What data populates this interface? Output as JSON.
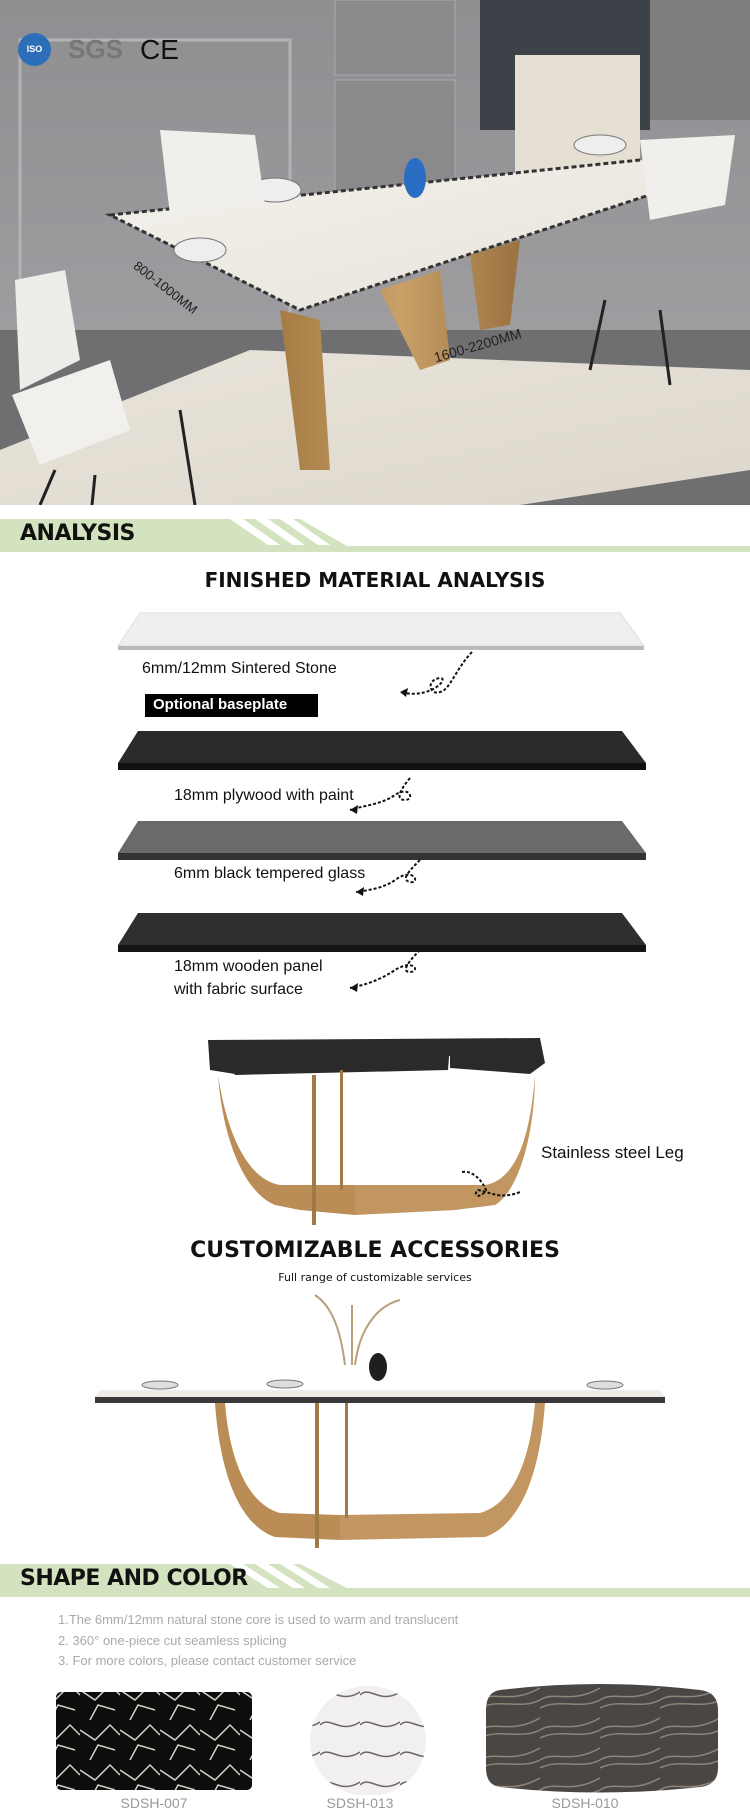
{
  "hero": {
    "certifications": [
      "ISO",
      "SGS",
      "CE"
    ],
    "dimension_width": "800-1000MM",
    "dimension_length": "1600-2200MM"
  },
  "analysis": {
    "banner": "ANALYSIS",
    "title": "FINISHED MATERIAL  ANALYSIS",
    "layers": [
      {
        "label": "6mm/12mm Sintered Stone"
      },
      {
        "label": "18mm plywood with paint"
      },
      {
        "label": "6mm black tempered glass"
      },
      {
        "label": "18mm wooden panel"
      },
      {
        "label": "with fabric surface"
      }
    ],
    "optional_badge": "Optional baseplate",
    "leg_label": "Stainless steel Leg"
  },
  "accessories": {
    "title": "CUSTOMIZABLE ACCESSORIES",
    "subtitle": "Full range of customizable services"
  },
  "shape_color": {
    "banner": "SHAPE AND COLOR",
    "points": [
      "1.The 6mm/12mm natural stone core is used to warm and translucent",
      "2. 360° one-piece cut seamless splicing",
      "3. For more colors, please contact customer service"
    ],
    "swatches": [
      {
        "code": "SDSH-007"
      },
      {
        "code": "SDSH-013"
      },
      {
        "code": "SDSH-010"
      }
    ]
  },
  "colors": {
    "banner": "#d3e3bf",
    "gold": "#b98d55",
    "text_gray": "#aaaaaa"
  }
}
